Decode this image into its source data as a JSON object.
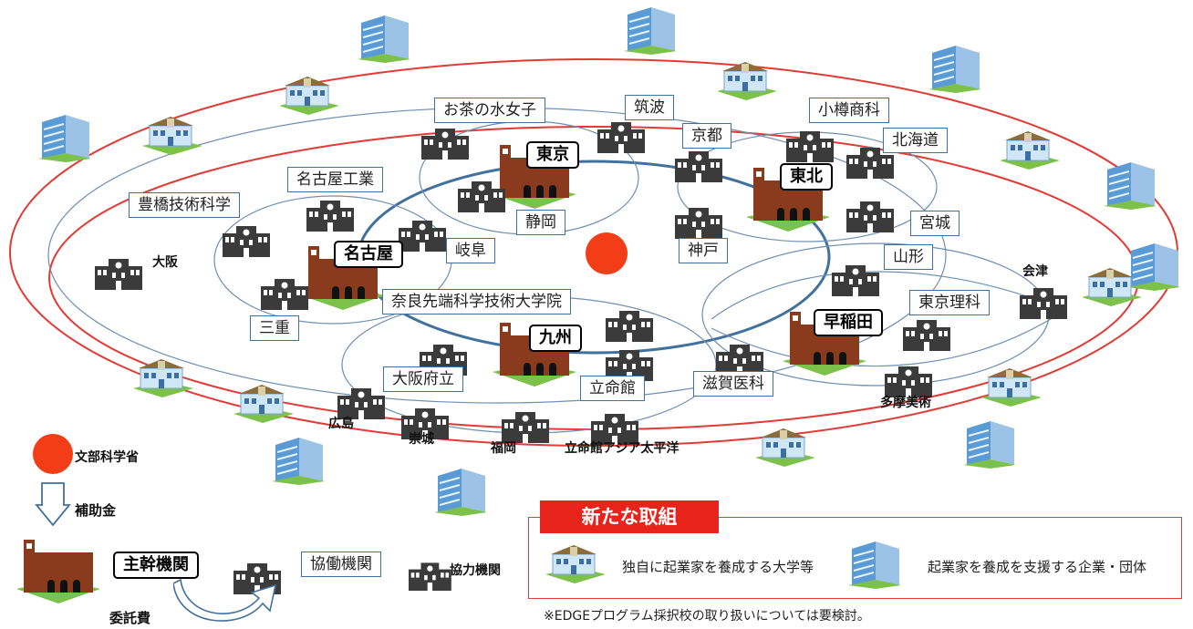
{
  "colors": {
    "outer_ring": "#e23a35",
    "inner_ring": "#6f8fb3",
    "hub_ring": "#41719c",
    "ministry_dot": "#f23d16",
    "new_banner": "#e8231c",
    "lead_building": "#8a3b1e",
    "partner_building": "#3b3b3b",
    "office_building": "#5b9bd5",
    "campus_building": "#cfe6f7",
    "lawn": "#7cc24a"
  },
  "icons": {
    "lead": "lead-university-building-icon",
    "collab": "collaborating-university-icon",
    "coop": "cooperating-university-icon",
    "company": "company-office-building-icon",
    "campus": "entrepreneur-university-campus-icon"
  },
  "diagram": {
    "lead_institutions": {
      "tokyo": "東京",
      "tohoku": "東北",
      "nagoya": "名古屋",
      "kyushu": "九州",
      "waseda": "早稲田"
    },
    "collaborating": {
      "ochanomizu": "お茶の水女子",
      "tsukuba": "筑波",
      "kyoto": "京都",
      "otaru": "小樽商科",
      "hokkaido": "北海道",
      "nagoya_kogyo": "名古屋工業",
      "toyohashi": "豊橋技術科学",
      "shizuoka": "静岡",
      "miyagi": "宮城",
      "gifu": "岐阜",
      "kobe": "神戸",
      "yamagata": "山形",
      "nara": "奈良先端科学技術大学院",
      "tokyo_rika": "東京理科",
      "mie": "三重",
      "osaka_furitsu": "大阪府立",
      "ritsumeikan": "立命館",
      "shiga": "滋賀医科"
    },
    "cooperating": {
      "osaka": "大阪",
      "aizu": "会津",
      "tama": "多摩美術",
      "hiroshima": "広島",
      "sojo": "崇城",
      "fukuoka": "福岡",
      "apu": "立命館アジア太平洋"
    }
  },
  "legend": {
    "ministry": "文部科学省",
    "subsidy": "補助金",
    "lead": "主幹機関",
    "collab": "協働機関",
    "coop": "協力機関",
    "commission": "委託費"
  },
  "new_initiative": {
    "title": "新たな取組",
    "university_label": "独自に起業家を養成する大学等",
    "company_label": "起業家を養成を支援する企業・団体"
  },
  "note": "※EDGEプログラム採択校の取り扱いについては要検討。"
}
